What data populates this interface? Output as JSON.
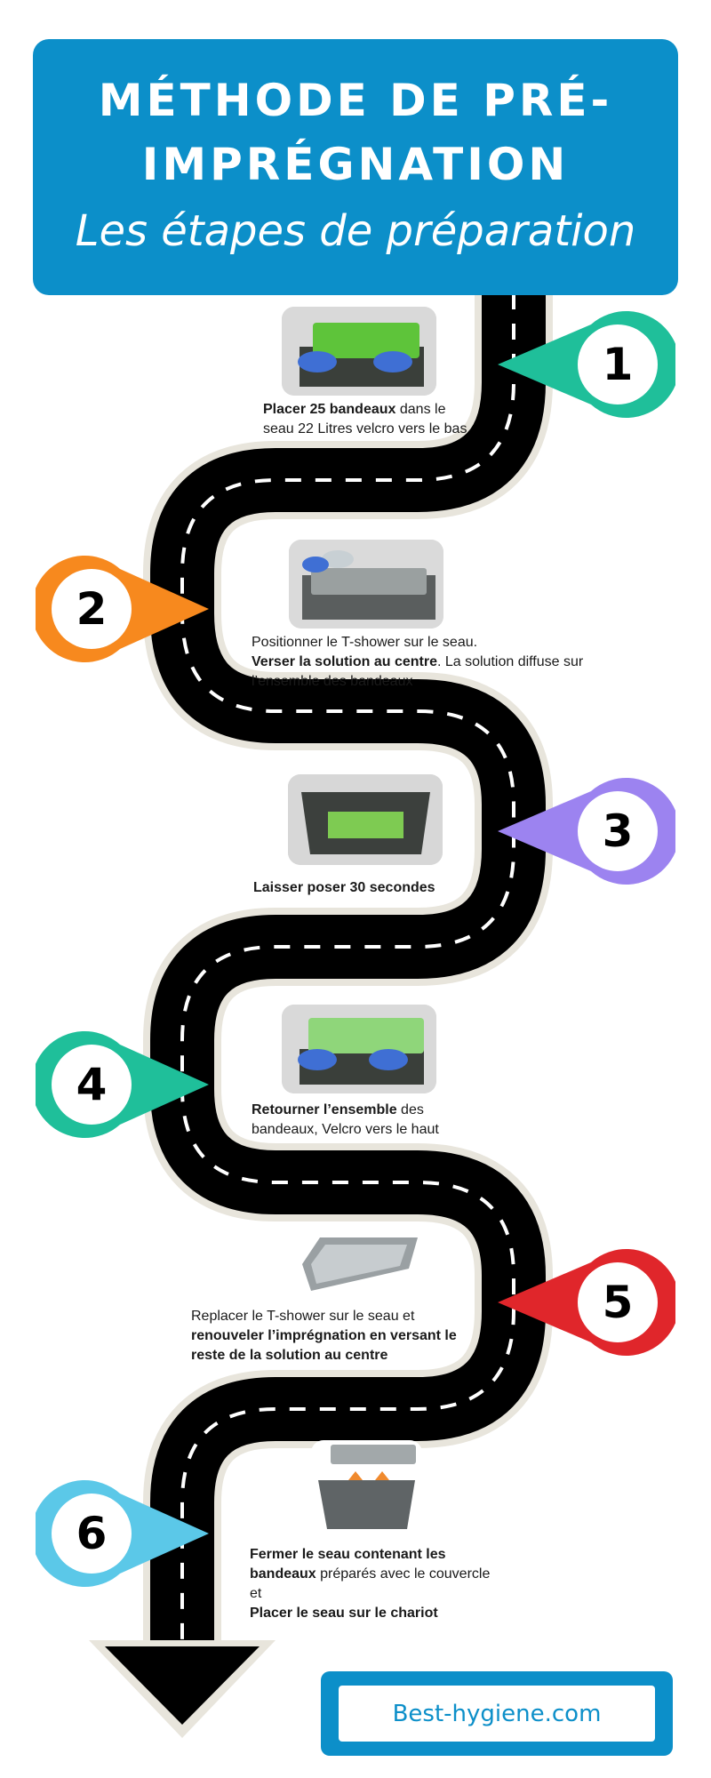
{
  "header": {
    "title_line1": "MÉTHODE DE PRÉ-",
    "title_line2": "IMPRÉGNATION",
    "subtitle": "Les étapes de préparation",
    "color": "#0c8fc9"
  },
  "steps": [
    {
      "number": "1",
      "color": "#1fbf9a",
      "bold1": "Placer 25 bandeaux",
      "text1": " dans le seau 22 Litres velcro vers le bas",
      "photo": "hands-placing-green-mops-photo"
    },
    {
      "number": "2",
      "color": "#f7891e",
      "text1": "Positionner le T-shower sur le seau.",
      "bold1": "Verser la solution au centre",
      "text2": ". La solution diffuse sur l’ensemble des bandeaux",
      "photo": "pouring-solution-photo"
    },
    {
      "number": "3",
      "color": "#9c83f0",
      "bold1": "Laisser poser 30 secondes",
      "photo": "mops-in-bucket-photo"
    },
    {
      "number": "4",
      "color": "#1fbf9a",
      "bold1": "Retourner l’ensemble",
      "text1": " des bandeaux, Velcro vers le haut",
      "photo": "turning-mops-photo"
    },
    {
      "number": "5",
      "color": "#e0262b",
      "text1": "Replacer le T-shower sur le seau et",
      "bold1": "renouveler l’imprégnation en versant le reste de la solution au centre",
      "photo": "t-shower-photo"
    },
    {
      "number": "6",
      "color": "#5bc8e8",
      "bold1": "Fermer le seau contenant les bandeaux",
      "text1": " préparés avec le couvercle et",
      "bold2": "Placer le seau sur le chariot",
      "photo": "bucket-with-lid-photo"
    }
  ],
  "footer": {
    "label": "Best-hygiene.com"
  }
}
